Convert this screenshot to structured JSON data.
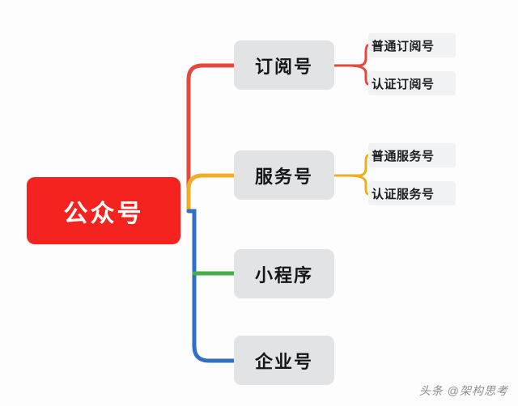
{
  "diagram": {
    "type": "mind-map",
    "title": "公众号",
    "root": {
      "label": "公众号",
      "color": "#f5231f",
      "text_color": "#ffffff"
    },
    "branches": [
      {
        "label": "订阅号",
        "color": "#e8483c",
        "children": [
          {
            "label": "普通订阅号"
          },
          {
            "label": "认证订阅号"
          }
        ]
      },
      {
        "label": "服务号",
        "color": "#f0ad21",
        "children": [
          {
            "label": "普通服务号"
          },
          {
            "label": "认证服务号"
          }
        ]
      },
      {
        "label": "小程序",
        "color": "#45ae4c",
        "children": []
      },
      {
        "label": "企业号",
        "color": "#2f6fc4",
        "children": []
      }
    ],
    "node_style": {
      "level2_bg": "#e2e3e5",
      "level3_bg": "#f1f2f4",
      "text_color": "#14161a"
    }
  },
  "watermark": {
    "source": "头条",
    "at": "@",
    "author": "架构思考"
  }
}
